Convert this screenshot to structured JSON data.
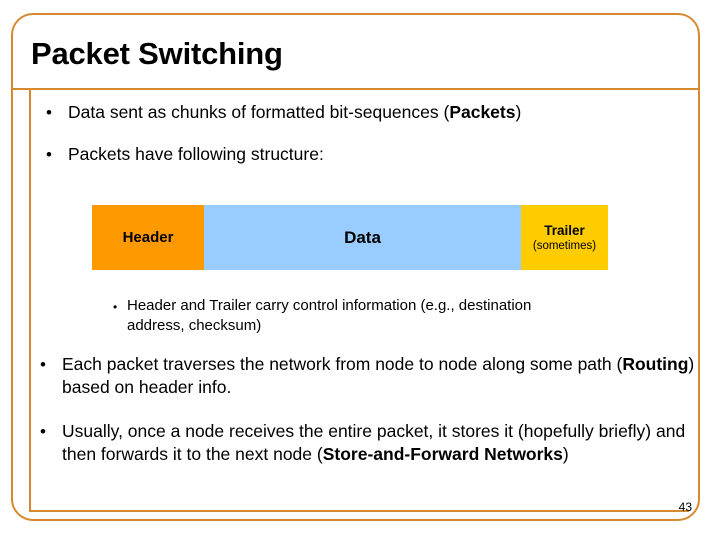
{
  "slide": {
    "title": "Packet Switching",
    "page_number": "43",
    "frame_color": "#d6892e",
    "bullet_marker": "•",
    "sub_bullet_marker": "•"
  },
  "bullets": [
    {
      "name": "bullet-packets",
      "parts": [
        {
          "text": "Data sent as chunks of formatted bit-sequences (",
          "bold": false
        },
        {
          "text": "Packets",
          "bold": true
        },
        {
          "text": ")",
          "bold": false
        }
      ],
      "plain": "Data sent as chunks of formatted bit-sequences (Packets)"
    },
    {
      "name": "bullet-structure",
      "parts": [
        {
          "text": "Packets have following structure:",
          "bold": false
        }
      ],
      "plain": "Packets have following structure:"
    },
    {
      "name": "bullet-control-info",
      "parts": [
        {
          "text": "Header and Trailer carry control information (e.g., destination address, checksum)",
          "bold": false
        }
      ],
      "plain": "Header and Trailer carry control information (e.g., destination address, checksum)"
    },
    {
      "name": "bullet-traverse",
      "parts": [
        {
          "text": "Each packet traverses the network from node to node along some path (",
          "bold": false
        },
        {
          "text": "Routing",
          "bold": true
        },
        {
          "text": ") based on header info.",
          "bold": false
        }
      ],
      "plain": "Each packet traverses the network from node to node along some path (Routing) based on header info."
    },
    {
      "name": "bullet-store-fwd",
      "parts": [
        {
          "text": "Usually, once a node receives the entire packet, it stores it (hopefully briefly) and then forwards it to the next node (",
          "bold": false
        },
        {
          "text": "Store-and-Forward Networks",
          "bold": true
        },
        {
          "text": ")",
          "bold": false
        }
      ],
      "plain": "Usually, once a node receives the entire packet, it stores it (hopefully briefly) and then forwards it to the next node (Store-and-Forward Networks)"
    }
  ],
  "packet_diagram": {
    "segments": [
      {
        "name": "header",
        "label": "Header",
        "sublabel": "",
        "color": "#ff9900"
      },
      {
        "name": "data",
        "label": "Data",
        "sublabel": "",
        "color": "#99ccff"
      },
      {
        "name": "trailer",
        "label": "Trailer",
        "sublabel": "(sometimes)",
        "color": "#ffcc00"
      }
    ]
  }
}
